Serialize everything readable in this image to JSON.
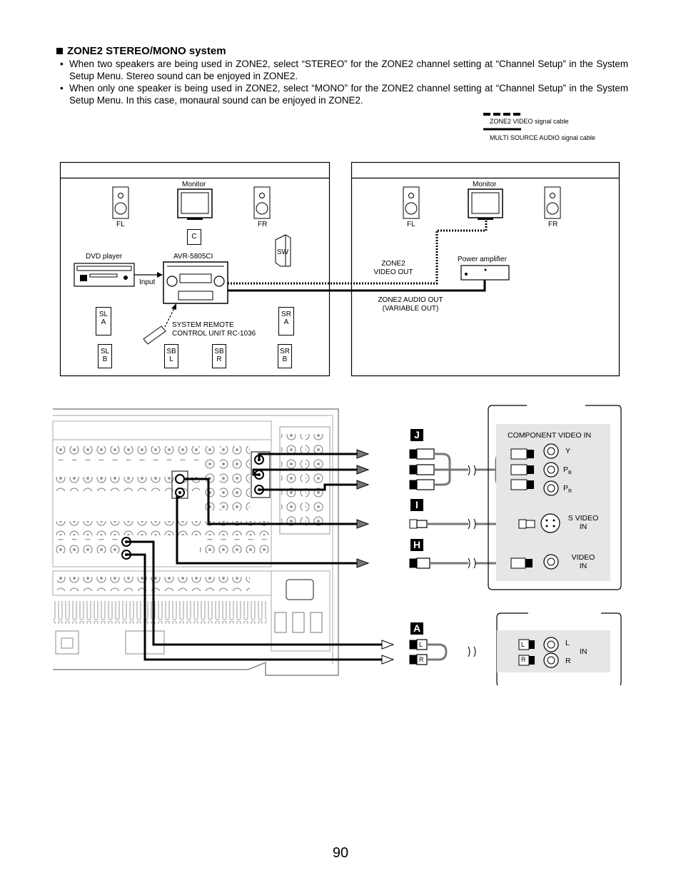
{
  "section": {
    "title": "ZONE2 STEREO/MONO system",
    "bullets": [
      "When two speakers are being used in ZONE2, select “STEREO” for the ZONE2 channel setting at “Channel Setup” in the System Setup Menu. Stereo sound can be enjoyed in ZONE2.",
      "When only one speaker is being used in ZONE2, select “MONO” for the ZONE2 channel setting at “Channel Setup” in the System Setup Menu. In this case, monaural sound can be enjoyed in ZONE2."
    ]
  },
  "legend": {
    "video": "ZONE2 VIDEO signal cable",
    "audio": "MULTI SOURCE AUDIO signal cable"
  },
  "left_room": {
    "monitor": "Monitor",
    "fl": "FL",
    "fr": "FR",
    "c": "C",
    "sw": "SW",
    "dvd": "DVD player",
    "avr": "AVR-5805CI",
    "input": "Input",
    "remote_line1": "SYSTEM REMOTE",
    "remote_line2": "CONTROL UNIT RC-1036",
    "sla": "SL\nA",
    "sra": "SR\nA",
    "slb": "SL\nB",
    "sbl": "SB\nL",
    "sbr": "SB\nR",
    "srb": "SR\nB"
  },
  "right_room": {
    "monitor": "Monitor",
    "fl": "FL",
    "fr": "FR",
    "video_out_line1": "ZONE2",
    "video_out_line2": "VIDEO OUT",
    "power_amp": "Power amplifier",
    "audio_out_line1": "ZONE2 AUDIO OUT",
    "audio_out_line2": "(VARIABLE OUT)"
  },
  "connection": {
    "markers": [
      "J",
      "I",
      "H",
      "A"
    ],
    "component_video_in": "COMPONENT VIDEO IN",
    "y": "Y",
    "pb": "P",
    "pb_sub": "B",
    "pr": "P",
    "pr_sub": "R",
    "s_video_line1": "S VIDEO",
    "s_video_line2": "IN",
    "video_line1": "VIDEO",
    "video_line2": "IN",
    "l": "L",
    "r": "R",
    "audio_in": "IN",
    "jack_l": "L",
    "jack_r": "R"
  },
  "page_number": "90"
}
